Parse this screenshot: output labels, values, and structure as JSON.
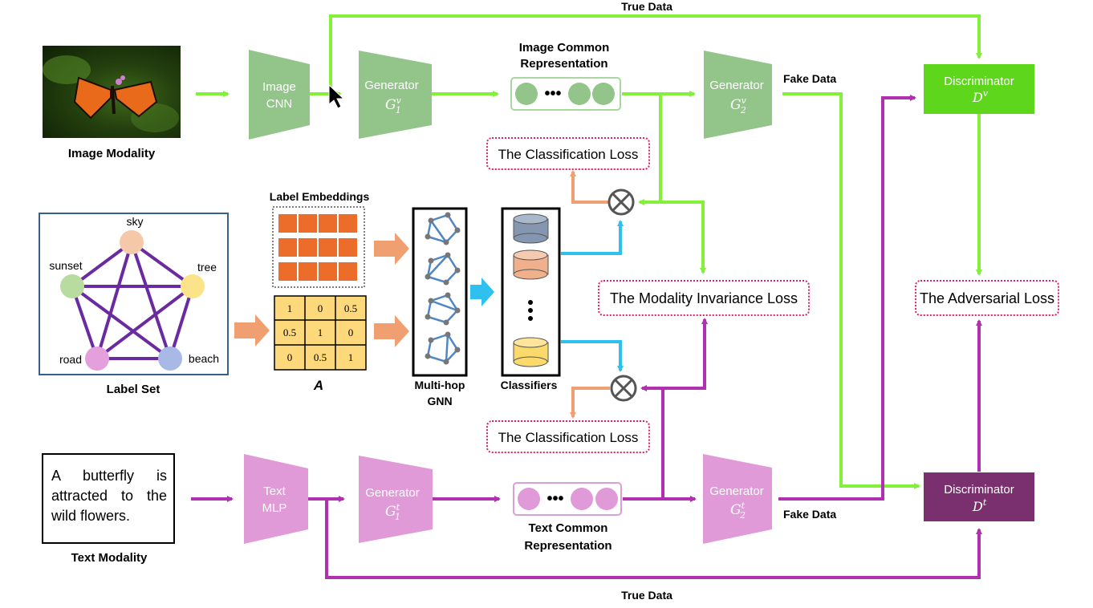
{
  "labels": {
    "true_data_top": "True Data",
    "true_data_bottom": "True Data",
    "image_common_rep_line1": "Image Common",
    "image_common_rep_line2": "Representation",
    "text_common_rep_line1": "Text Common",
    "text_common_rep_line2": "Representation",
    "fake_data_top": "Fake Data",
    "fake_data_bottom": "Fake Data",
    "image_modality": "Image Modality",
    "text_modality": "Text Modality",
    "label_set": "Label Set",
    "label_embeddings": "Label Embeddings",
    "adjacency_label": "A",
    "gnn_line1": "Multi-hop",
    "gnn_line2": "GNN",
    "classifiers": "Classifiers"
  },
  "blocks": {
    "image_cnn_line1": "Image",
    "image_cnn_line2": "CNN",
    "text_mlp_line1": "Text",
    "text_mlp_line2": "MLP",
    "generator": "Generator",
    "g1v": "G",
    "g1v_sup": "v",
    "g1v_sub": "1",
    "g2v": "G",
    "g2v_sup": "v",
    "g2v_sub": "2",
    "g1t": "G",
    "g1t_sup": "t",
    "g1t_sub": "1",
    "g2t": "G",
    "g2t_sup": "t",
    "g2t_sub": "2",
    "discriminator": "Discriminator",
    "dv": "D",
    "dv_sup": "v",
    "dt": "D",
    "dt_sup": "t"
  },
  "losses": {
    "classification_top": "The Classification Loss",
    "classification_bottom": "The Classification Loss",
    "modality_invariance": "The Modality Invariance Loss",
    "adversarial": "The Adversarial Loss"
  },
  "label_graph": {
    "nodes": [
      "sky",
      "tree",
      "beach",
      "road",
      "sunset"
    ],
    "colors": [
      "#f4c8a8",
      "#fbe38a",
      "#a9b9e6",
      "#e3a0dc",
      "#b8dca0"
    ]
  },
  "adjacency": {
    "rows": [
      [
        "1",
        "0",
        "0.5"
      ],
      [
        "0.5",
        "1",
        "0"
      ],
      [
        "0",
        "0.5",
        "1"
      ]
    ]
  },
  "text_modality_sentence": "A butterfly is attracted to the wild flowers.",
  "colors": {
    "image_green": "#83f03c",
    "block_green": "#93c58a",
    "text_purple": "#b030b0",
    "block_pink": "#e09ad8",
    "disc_green": "#5ed61c",
    "disc_purple": "#7a2f6e",
    "loss_border": "#e0206a",
    "orange": "#f0a070",
    "cyan": "#2ec0ee",
    "graph_edge": "#6a2aa0"
  }
}
